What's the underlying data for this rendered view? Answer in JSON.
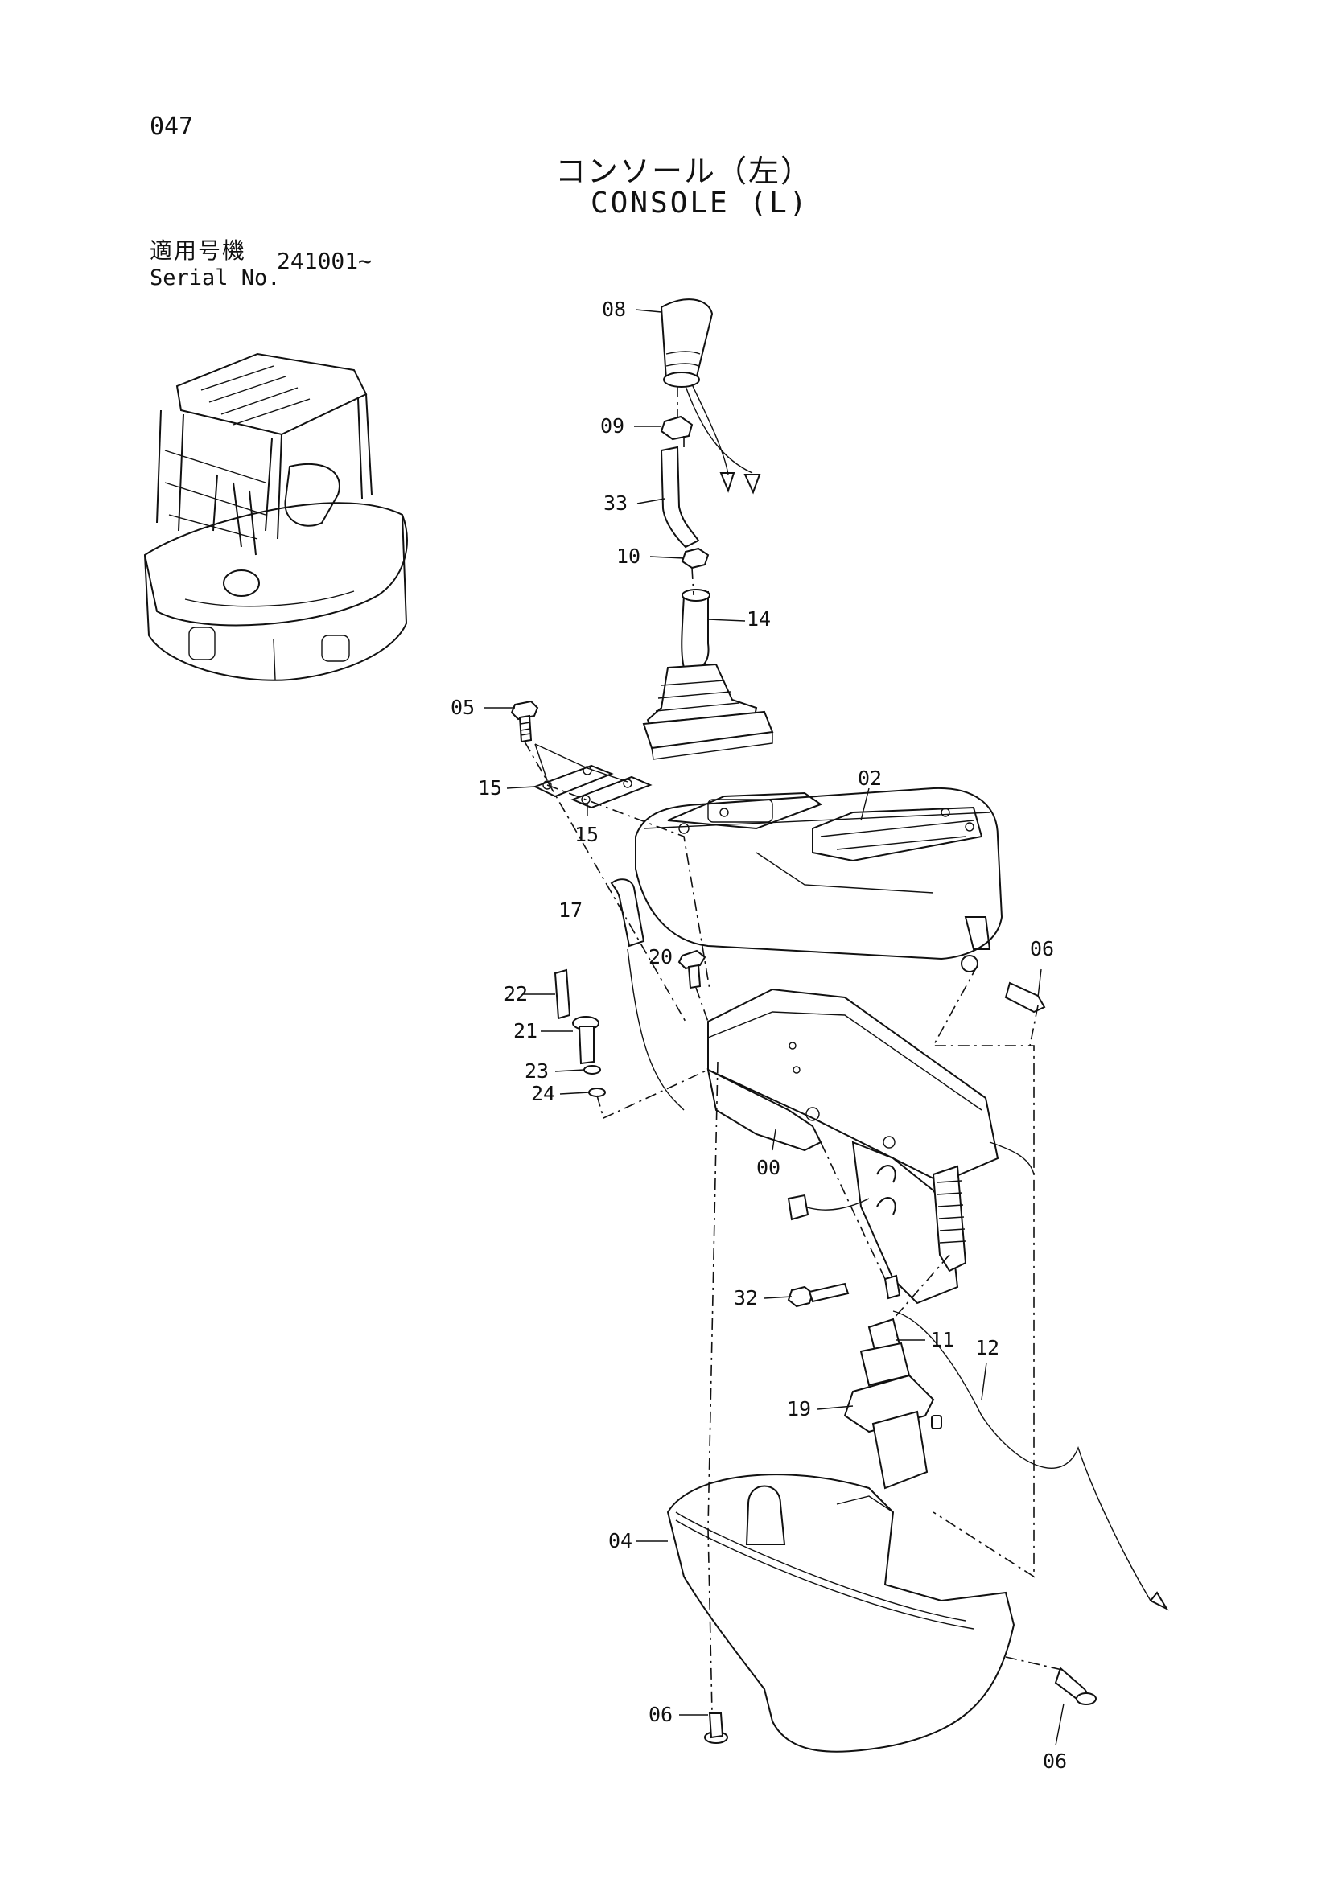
{
  "page_number": "047",
  "title_jp": "コンソール（左）",
  "title_en": "CONSOLE (L)",
  "serial": {
    "label_jp": "適用号機",
    "label_en": "Serial No.",
    "value": "241001~"
  },
  "callouts": [
    "08",
    "09",
    "33",
    "10",
    "14",
    "05",
    "15",
    "15",
    "02",
    "17",
    "20",
    "06",
    "22",
    "21",
    "23",
    "24",
    "00",
    "32",
    "11",
    "12",
    "19",
    "04",
    "06",
    "06"
  ]
}
